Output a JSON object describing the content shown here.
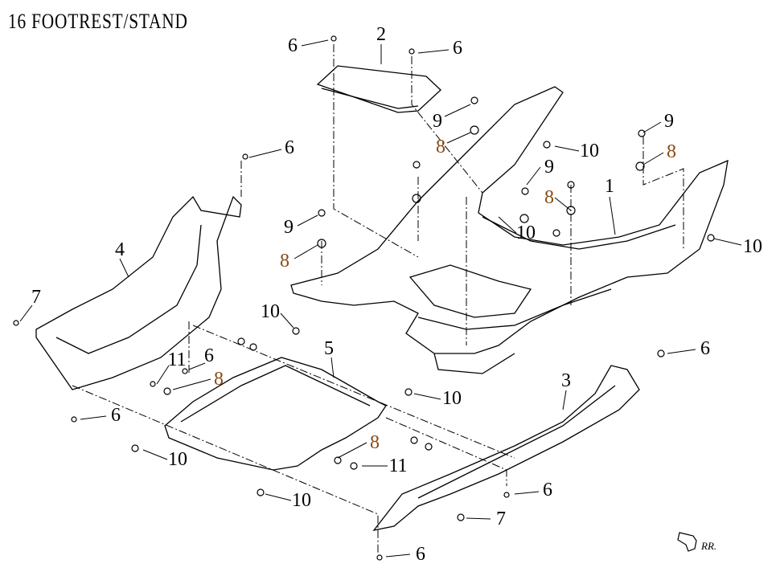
{
  "title": "16   FOOTREST/STAND",
  "direction_marker": "RR.",
  "label_color_part8": "#8a4a12",
  "callouts": [
    "2",
    "6",
    "6",
    "9",
    "8",
    "10",
    "9",
    "8",
    "9",
    "8",
    "1",
    "10",
    "10",
    "6",
    "4",
    "9",
    "8",
    "7",
    "10",
    "5",
    "11",
    "6",
    "8",
    "10",
    "3",
    "6",
    "6",
    "10",
    "8",
    "11",
    "10",
    "6",
    "7",
    "6"
  ]
}
